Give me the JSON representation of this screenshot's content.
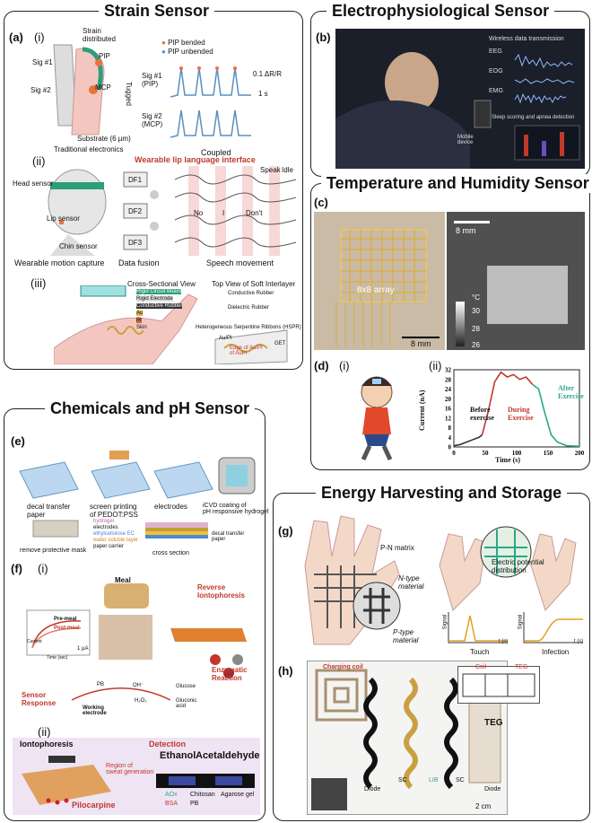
{
  "sections": {
    "strain": "Strain Sensor",
    "electro": "Electrophysiological Sensor",
    "temp": "Temperature and Humidity Sensor",
    "chem": "Chemicals and pH Sensor",
    "energy": "Energy Harvesting and Storage"
  },
  "strain_panel": {
    "a": "(a)",
    "i": "(i)",
    "ii": "(ii)",
    "iii": "(iii)",
    "strain_distributed": "Strain\ndistributed",
    "sig1": "Sig #1",
    "sig2": "Sig #2",
    "pip": "PIP",
    "mcp": "MCP",
    "tugged": "Tugged",
    "substrate": "Substrate (6 µm)",
    "traditional": "Traditional electronics",
    "legend_bent": "PIP bended",
    "legend_unbent": "PIP unbended",
    "sig1_pip": "Sig #1\n(PIP)",
    "sig2_mcp": "Sig #2\n(MCP)",
    "or0": "0.1 ΔR/R",
    "one_s": "1 s",
    "coupled": "Coupled",
    "lip_title": "Wearable lip language interface",
    "head_sensor": "Head sensor",
    "lip_sensor": "Lip sensor",
    "chin_sensor": "Chin sensor",
    "df1": "DF1",
    "df2": "DF2",
    "df3": "DF3",
    "wearable_motion": "Wearable motion capture",
    "data_fusion": "Data fusion",
    "speech_movement": "Speech movement",
    "speak": "Speak",
    "idle": "Idle",
    "no": "No",
    "i_word": "I",
    "dont": "Don't",
    "cross_section": "Cross-Sectional View",
    "top_view": "Top View of Soft Interlayer",
    "rigid_board": "Rigid Circuit Board",
    "rigid_electrode": "Rigid Electrode",
    "conductive_rubber": "Conductive Rubber",
    "au": "Au",
    "pi": "PI",
    "skin": "Skin",
    "dielectric": "Dielectric Rubber",
    "hspr": "Heterogeneous Serpentine Ribbons (HSPR)",
    "aupi": "Au/PI",
    "edge": "Edge of Au/PI\nof AuPI",
    "get": "GET"
  },
  "electro_panel": {
    "b": "(b)",
    "wireless": "Wireless data transmission",
    "eeg": "EEG",
    "eog": "EOG",
    "emg": "EMG",
    "sleep": "Sleep scoring and apnea detection",
    "mobile": "Mobile\ndevice"
  },
  "temp_panel": {
    "c": "(c)",
    "array": "8x8 array",
    "scale1": "8 mm",
    "scale2": "8 mm",
    "unit": "°C",
    "ticks": [
      "30",
      "28",
      "26"
    ],
    "d": "(d)",
    "di": "(i)",
    "dii": "(ii)",
    "ylabel": "Current (nA)",
    "xlabel": "Time (s)",
    "before": "Before\nexercise",
    "during": "During\nExercise",
    "after": "After\nExercise"
  },
  "chem_panel": {
    "e": "(e)",
    "decal": "decal transfer\npaper",
    "screen": "screen printing\nof PEDOT:PSS",
    "electrodes": "electrodes",
    "icvd": "iCVD coating of\npH responsive hydrogel",
    "hydrogel": "hydrogel",
    "electrodes2": "electrodes",
    "ec": "ethylcellulose EC",
    "water": "water soluble layer",
    "paper": "paper carrier",
    "decal2": "decal transfer\npaper",
    "remove": "remove protective mask",
    "cross": "cross section",
    "f": "(f)",
    "fi": "(i)",
    "fii": "(ii)",
    "meal": "Meal",
    "reverse": "Reverse\nIontophoresis",
    "premeal": "Pre-meal",
    "postmeal": "Post-meal",
    "one_ua": "1 µA",
    "current": "Current",
    "time_sec": "Time (sec)",
    "enzymatic": "Enzymatic\nReaction",
    "sensor_response": "Sensor\nResponse",
    "working": "Working\nelectrode",
    "glucose": "Glucose",
    "gluconic": "Gluconic\nacid",
    "h2o2": "H₂O₂",
    "oh": "OH⁻",
    "pbred": "PB",
    "ionto": "Iontophoresis",
    "detection": "Detection",
    "ethanol": "Ethanol",
    "acet": "Acetaldehyde",
    "region": "Region of\nsweat generation",
    "pilocarpine": "Pilocarpine",
    "legend": [
      "AOx",
      "Chitosan",
      "Agarose gel",
      "BSA",
      "PB"
    ]
  },
  "energy_panel": {
    "g": "(g)",
    "pn": "P-N matrix",
    "ntype": "N-type\nmaterial",
    "ptype": "P-type\nmaterial",
    "potential": "Electric potential\ndistribution",
    "touch": "Touch",
    "infection": "Infection",
    "signal": "Signal",
    "ts": "t (s)",
    "h": "(h)",
    "charging": "Charging coil",
    "coil": "Coil",
    "teg": "TEG",
    "teg2": "TEG",
    "sc": "SC",
    "lib": "LIB",
    "diode": "Diode",
    "diode2": "Diode",
    "scale": "2 cm"
  },
  "colors": {
    "pip_bent": "#e8743b",
    "pip_unbent": "#5a8fbf",
    "before": "#333333",
    "during": "#c0392b",
    "after": "#2aa888",
    "lip_title": "#c0392b"
  },
  "chart_data": {
    "type": "line",
    "xlabel": "Time (s)",
    "ylabel": "Current (nA)",
    "xlim": [
      0,
      200
    ],
    "ylim": [
      0,
      32
    ],
    "x_ticks": [
      0,
      50,
      100,
      150,
      200
    ],
    "y_ticks": [
      0,
      4,
      8,
      12,
      16,
      20,
      24,
      28,
      32
    ],
    "series": [
      {
        "name": "Before exercise",
        "x": [
          0,
          10,
          20,
          30,
          40,
          45
        ],
        "y": [
          0.5,
          1,
          2,
          3,
          4,
          5
        ]
      },
      {
        "name": "During Exercise",
        "x": [
          45,
          55,
          65,
          75,
          85,
          95,
          105,
          115,
          125
        ],
        "y": [
          5,
          15,
          27,
          31,
          29,
          30,
          28,
          29,
          26
        ]
      },
      {
        "name": "After Exercise",
        "x": [
          125,
          135,
          145,
          155,
          165,
          180,
          200
        ],
        "y": [
          26,
          24,
          14,
          5,
          2,
          0.5,
          0.3
        ]
      }
    ]
  }
}
